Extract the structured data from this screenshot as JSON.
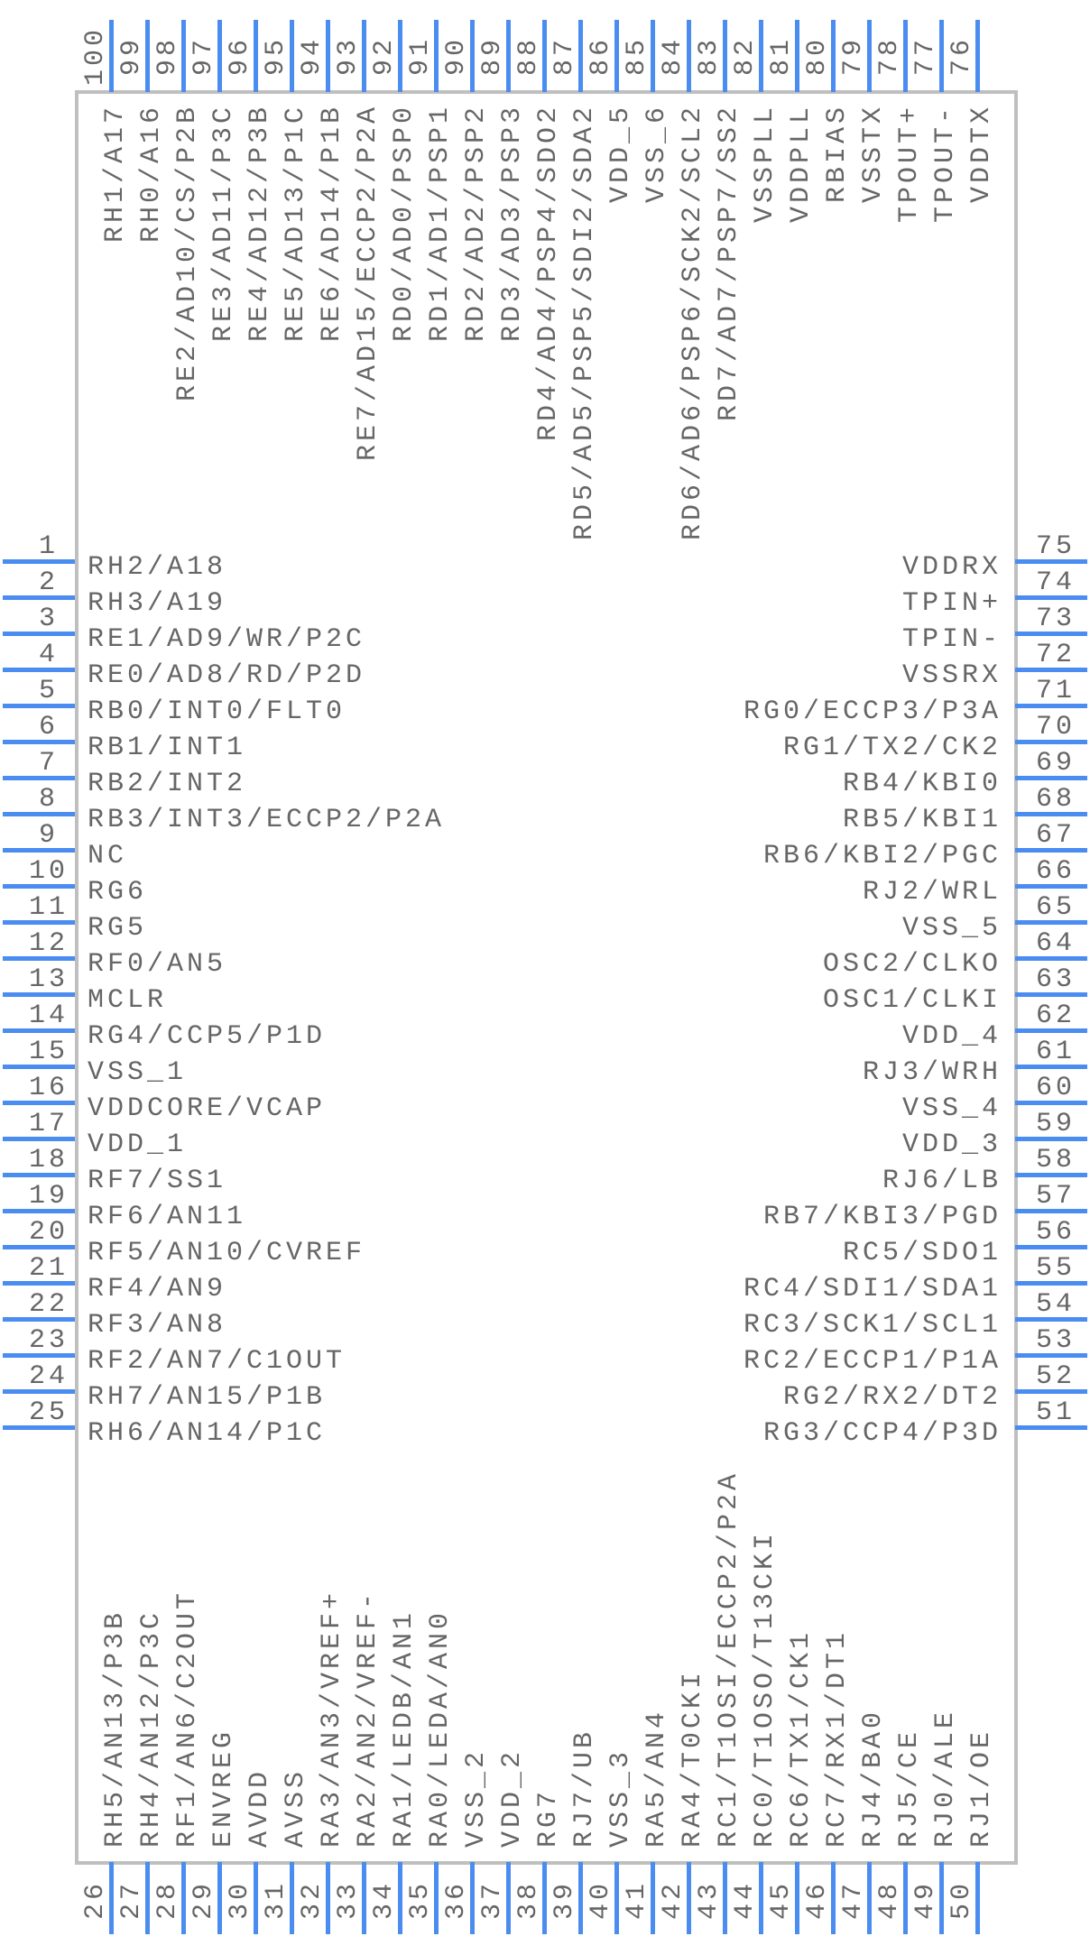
{
  "component": {
    "title": "100-pin microcontroller schematic symbol",
    "colors": {
      "pin": "#4a8cf0",
      "body_border": "#bfbfbf",
      "text": "#666666"
    }
  },
  "pins": {
    "left": [
      {
        "number": "1",
        "name": "RH2/A18"
      },
      {
        "number": "2",
        "name": "RH3/A19"
      },
      {
        "number": "3",
        "name": "RE1/AD9/WR/P2C",
        "overline": "WR"
      },
      {
        "number": "4",
        "name": "RE0/AD8/RD/P2D",
        "overline": "RD"
      },
      {
        "number": "5",
        "name": "RB0/INT0/FLT0"
      },
      {
        "number": "6",
        "name": "RB1/INT1"
      },
      {
        "number": "7",
        "name": "RB2/INT2"
      },
      {
        "number": "8",
        "name": "RB3/INT3/ECCP2/P2A"
      },
      {
        "number": "9",
        "name": "NC"
      },
      {
        "number": "10",
        "name": "RG6"
      },
      {
        "number": "11",
        "name": "RG5"
      },
      {
        "number": "12",
        "name": "RF0/AN5"
      },
      {
        "number": "13",
        "name": "MCLR",
        "overline": "MCLR"
      },
      {
        "number": "14",
        "name": "RG4/CCP5/P1D"
      },
      {
        "number": "15",
        "name": "VSS_1"
      },
      {
        "number": "16",
        "name": "VDDCORE/VCAP"
      },
      {
        "number": "17",
        "name": "VDD_1"
      },
      {
        "number": "18",
        "name": "RF7/SS1",
        "overline": "SS1"
      },
      {
        "number": "19",
        "name": "RF6/AN11"
      },
      {
        "number": "20",
        "name": "RF5/AN10/CVREF"
      },
      {
        "number": "21",
        "name": "RF4/AN9"
      },
      {
        "number": "22",
        "name": "RF3/AN8"
      },
      {
        "number": "23",
        "name": "RF2/AN7/C1OUT"
      },
      {
        "number": "24",
        "name": "RH7/AN15/P1B"
      },
      {
        "number": "25",
        "name": "RH6/AN14/P1C"
      }
    ],
    "bottom": [
      {
        "number": "26",
        "name": "RH5/AN13/P3B"
      },
      {
        "number": "27",
        "name": "RH4/AN12/P3C"
      },
      {
        "number": "28",
        "name": "RF1/AN6/C2OUT"
      },
      {
        "number": "29",
        "name": "ENVREG"
      },
      {
        "number": "30",
        "name": "AVDD"
      },
      {
        "number": "31",
        "name": "AVSS"
      },
      {
        "number": "32",
        "name": "RA3/AN3/VREF+"
      },
      {
        "number": "33",
        "name": "RA2/AN2/VREF-"
      },
      {
        "number": "34",
        "name": "RA1/LEDB/AN1"
      },
      {
        "number": "35",
        "name": "RA0/LEDA/AN0"
      },
      {
        "number": "36",
        "name": "VSS_2"
      },
      {
        "number": "37",
        "name": "VDD_2"
      },
      {
        "number": "38",
        "name": "RG7"
      },
      {
        "number": "39",
        "name": "RJ7/UB",
        "overline": "UB"
      },
      {
        "number": "40",
        "name": "VSS_3"
      },
      {
        "number": "41",
        "name": "RA5/AN4"
      },
      {
        "number": "42",
        "name": "RA4/T0CKI"
      },
      {
        "number": "43",
        "name": "RC1/T1OSI/ECCP2/P2A"
      },
      {
        "number": "44",
        "name": "RC0/T1OSO/T13CKI"
      },
      {
        "number": "45",
        "name": "RC6/TX1/CK1"
      },
      {
        "number": "46",
        "name": "RC7/RX1/DT1"
      },
      {
        "number": "47",
        "name": "RJ4/BA0"
      },
      {
        "number": "48",
        "name": "RJ5/CE",
        "overline": "CE"
      },
      {
        "number": "49",
        "name": "RJ0/ALE"
      },
      {
        "number": "50",
        "name": "RJ1/OE",
        "overline": "OE"
      }
    ],
    "right": [
      {
        "number": "51",
        "name": "RG3/CCP4/P3D"
      },
      {
        "number": "52",
        "name": "RG2/RX2/DT2"
      },
      {
        "number": "53",
        "name": "RC2/ECCP1/P1A"
      },
      {
        "number": "54",
        "name": "RC3/SCK1/SCL1"
      },
      {
        "number": "55",
        "name": "RC4/SDI1/SDA1"
      },
      {
        "number": "56",
        "name": "RC5/SDO1"
      },
      {
        "number": "57",
        "name": "RB7/KBI3/PGD"
      },
      {
        "number": "58",
        "name": "RJ6/LB",
        "overline": "LB"
      },
      {
        "number": "59",
        "name": "VDD_3"
      },
      {
        "number": "60",
        "name": "VSS_4"
      },
      {
        "number": "61",
        "name": "RJ3/WRH",
        "overline": "WRH"
      },
      {
        "number": "62",
        "name": "VDD_4"
      },
      {
        "number": "63",
        "name": "OSC1/CLKI"
      },
      {
        "number": "64",
        "name": "OSC2/CLKO"
      },
      {
        "number": "65",
        "name": "VSS_5"
      },
      {
        "number": "66",
        "name": "RJ2/WRL",
        "overline": "WRL"
      },
      {
        "number": "67",
        "name": "RB6/KBI2/PGC"
      },
      {
        "number": "68",
        "name": "RB5/KBI1"
      },
      {
        "number": "69",
        "name": "RB4/KBI0"
      },
      {
        "number": "70",
        "name": "RG1/TX2/CK2"
      },
      {
        "number": "71",
        "name": "RG0/ECCP3/P3A"
      },
      {
        "number": "72",
        "name": "VSSRX"
      },
      {
        "number": "73",
        "name": "TPIN-"
      },
      {
        "number": "74",
        "name": "TPIN+"
      },
      {
        "number": "75",
        "name": "VDDRX"
      }
    ],
    "top": [
      {
        "number": "76",
        "name": "VDDTX"
      },
      {
        "number": "77",
        "name": "TPOUT-"
      },
      {
        "number": "78",
        "name": "TPOUT+"
      },
      {
        "number": "79",
        "name": "VSSTX"
      },
      {
        "number": "80",
        "name": "RBIAS"
      },
      {
        "number": "81",
        "name": "VDDPLL"
      },
      {
        "number": "82",
        "name": "VSSPLL"
      },
      {
        "number": "83",
        "name": "RD7/AD7/PSP7/SS2",
        "overline": "SS2"
      },
      {
        "number": "84",
        "name": "RD6/AD6/PSP6/SCK2/SCL2"
      },
      {
        "number": "85",
        "name": "VSS_6"
      },
      {
        "number": "86",
        "name": "VDD_5"
      },
      {
        "number": "87",
        "name": "RD5/AD5/PSP5/SDI2/SDA2"
      },
      {
        "number": "88",
        "name": "RD4/AD4/PSP4/SDO2"
      },
      {
        "number": "89",
        "name": "RD3/AD3/PSP3"
      },
      {
        "number": "90",
        "name": "RD2/AD2/PSP2"
      },
      {
        "number": "91",
        "name": "RD1/AD1/PSP1"
      },
      {
        "number": "92",
        "name": "RD0/AD0/PSP0"
      },
      {
        "number": "93",
        "name": "RE7/AD15/ECCP2/P2A"
      },
      {
        "number": "94",
        "name": "RE6/AD14/P1B"
      },
      {
        "number": "95",
        "name": "RE5/AD13/P1C"
      },
      {
        "number": "96",
        "name": "RE4/AD12/P3B"
      },
      {
        "number": "97",
        "name": "RE3/AD11/P3C"
      },
      {
        "number": "98",
        "name": "RE2/AD10/CS/P2B",
        "overline": "CS"
      },
      {
        "number": "99",
        "name": "RH0/A16"
      },
      {
        "number": "100",
        "name": "RH1/A17"
      }
    ]
  }
}
